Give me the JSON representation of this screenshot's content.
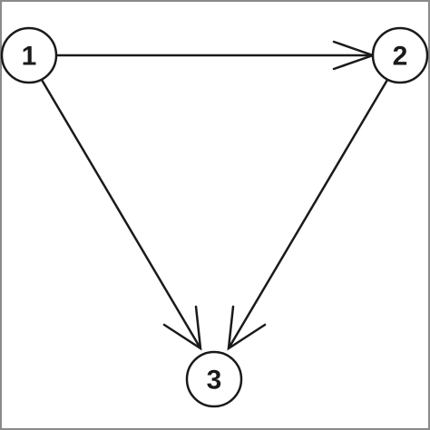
{
  "diagram": {
    "nodes": [
      {
        "id": "1",
        "label": "1"
      },
      {
        "id": "2",
        "label": "2"
      },
      {
        "id": "3",
        "label": "3"
      }
    ],
    "edges": [
      {
        "from": "1",
        "to": "2"
      },
      {
        "from": "1",
        "to": "3"
      },
      {
        "from": "2",
        "to": "3"
      }
    ],
    "colors": {
      "stroke": "#1a1a1a",
      "frame": "#8a8a8a",
      "background": "#ffffff"
    }
  }
}
